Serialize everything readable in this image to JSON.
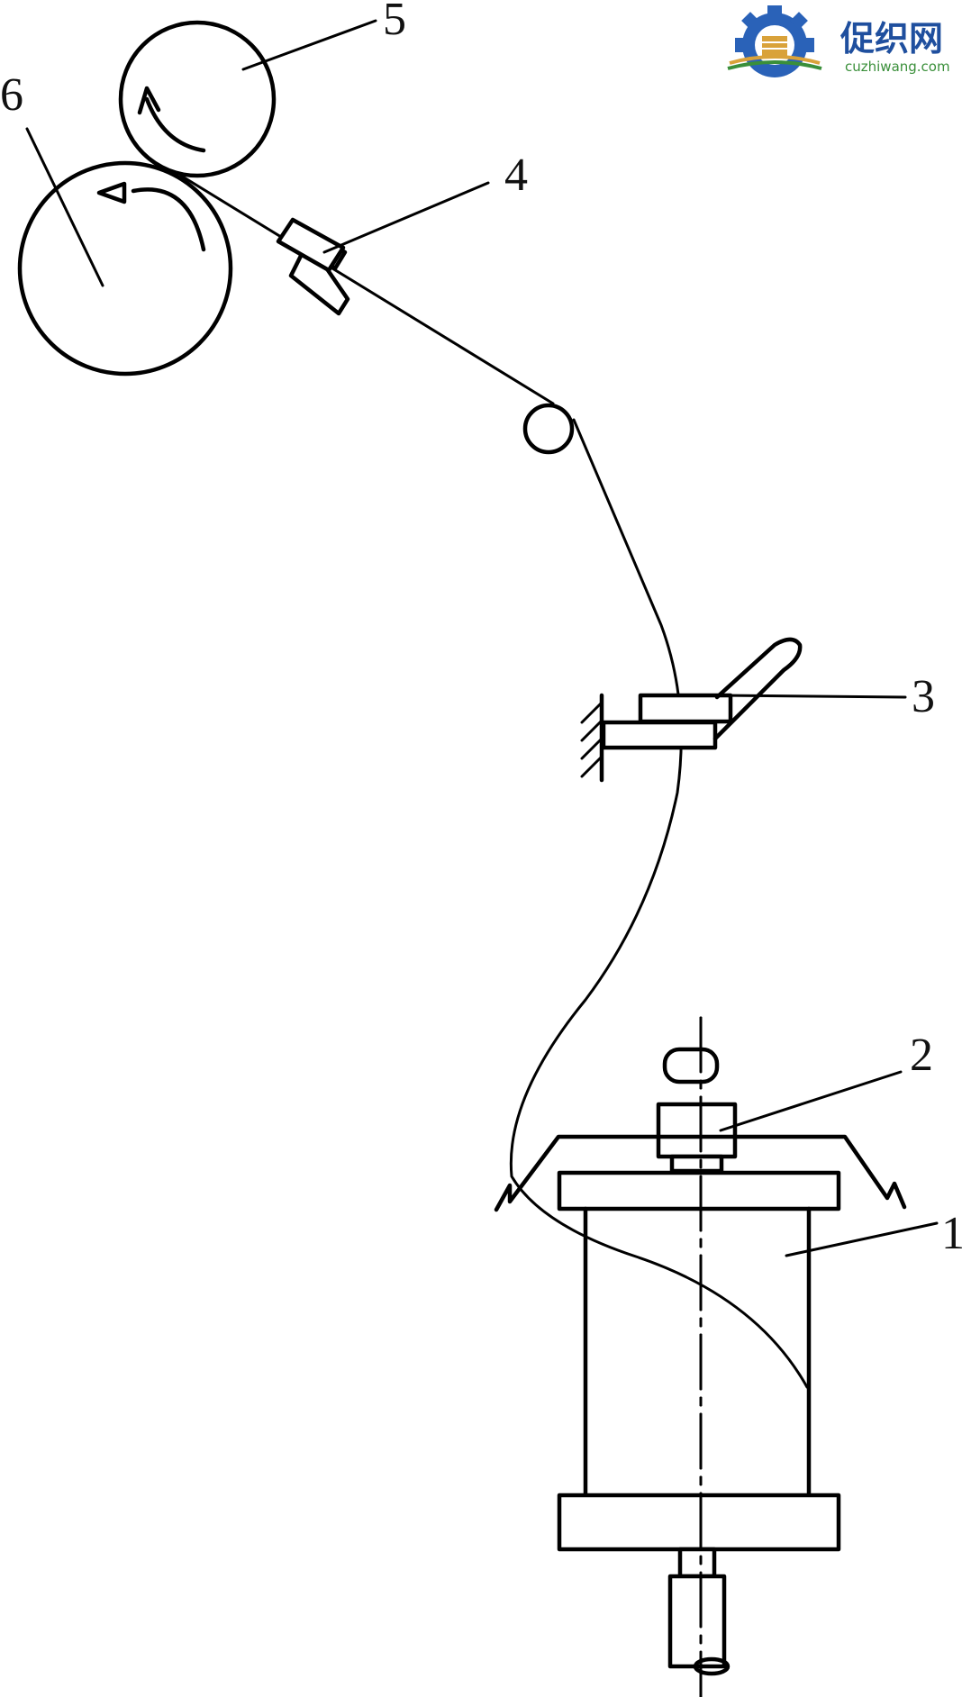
{
  "diagram": {
    "labels": {
      "l1": "1",
      "l2": "2",
      "l3": "3",
      "l4": "4",
      "l5": "5",
      "l6": "6"
    }
  },
  "watermark": {
    "brand": "促织网",
    "domain": "cuzhiwang.com",
    "colors": {
      "gear": "#2a62b8",
      "book_top": "#d9a23a",
      "book_bottom": "#3a8f3a"
    }
  }
}
